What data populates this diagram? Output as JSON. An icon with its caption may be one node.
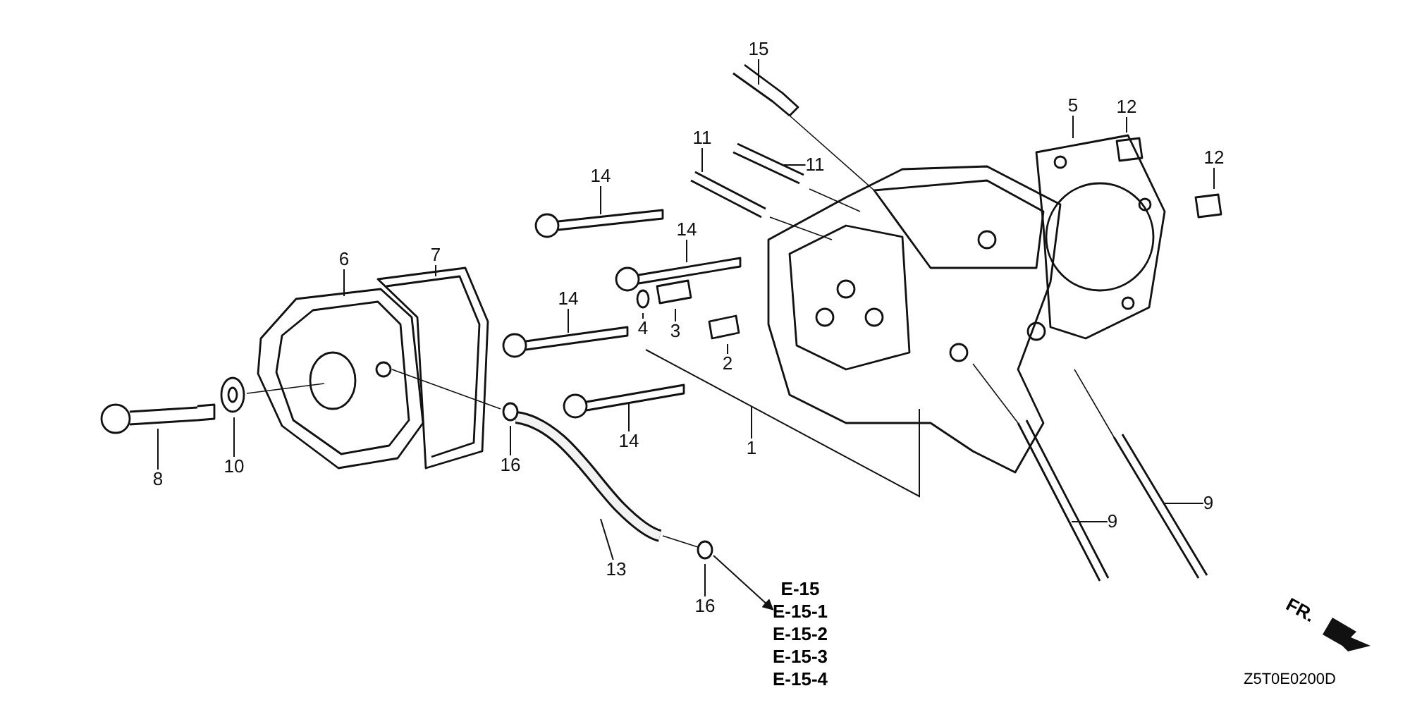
{
  "diagram": {
    "nodes": [
      {
        "text": [
          "15"
        ]
      },
      {
        "text": [
          "11"
        ]
      },
      {
        "text": [
          "11"
        ]
      },
      {
        "text": [
          "5"
        ]
      },
      {
        "text": [
          "12"
        ]
      },
      {
        "text": [
          "12"
        ]
      },
      {
        "text": [
          "14"
        ]
      },
      {
        "text": [
          "14"
        ]
      },
      {
        "text": [
          "6"
        ]
      },
      {
        "text": [
          "7"
        ]
      },
      {
        "text": [
          "14"
        ]
      },
      {
        "text": [
          "4"
        ]
      },
      {
        "text": [
          "3"
        ]
      },
      {
        "text": [
          "2"
        ]
      },
      {
        "text": [
          "1"
        ]
      },
      {
        "text": [
          "8"
        ]
      },
      {
        "text": [
          "10"
        ]
      },
      {
        "text": [
          "16"
        ]
      },
      {
        "text": [
          "14"
        ]
      },
      {
        "text": [
          "9"
        ]
      },
      {
        "text": [
          "9"
        ]
      },
      {
        "text": [
          "13"
        ]
      },
      {
        "text": [
          "16"
        ]
      },
      {
        "text": [
          "E-15",
          "E-15-1",
          "E-15-2",
          "E-15-3",
          "E-15-4"
        ]
      }
    ],
    "edges": [
      {
        "from": 0,
        "to": null,
        "arrow": "none"
      },
      {
        "from": 1,
        "to": null,
        "arrow": "none"
      },
      {
        "from": 2,
        "to": null,
        "arrow": "none"
      },
      {
        "from": 3,
        "to": null,
        "arrow": "none"
      },
      {
        "from": 4,
        "to": null,
        "arrow": "none"
      },
      {
        "from": 5,
        "to": null,
        "arrow": "none"
      },
      {
        "from": 6,
        "to": null,
        "arrow": "none"
      },
      {
        "from": 7,
        "to": null,
        "arrow": "none"
      },
      {
        "from": 8,
        "to": null,
        "arrow": "none"
      },
      {
        "from": 9,
        "to": null,
        "arrow": "none"
      },
      {
        "from": 10,
        "to": null,
        "arrow": "none"
      },
      {
        "from": 11,
        "to": null,
        "arrow": "none"
      },
      {
        "from": 12,
        "to": null,
        "arrow": "none"
      },
      {
        "from": 13,
        "to": null,
        "arrow": "none"
      },
      {
        "from": 14,
        "to": null,
        "arrow": "none"
      },
      {
        "from": 15,
        "to": null,
        "arrow": "none"
      },
      {
        "from": 16,
        "to": null,
        "arrow": "none"
      },
      {
        "from": 17,
        "to": null,
        "arrow": "none"
      },
      {
        "from": 18,
        "to": null,
        "arrow": "none"
      },
      {
        "from": 19,
        "to": null,
        "arrow": "none"
      },
      {
        "from": 20,
        "to": null,
        "arrow": "none"
      },
      {
        "from": 21,
        "to": null,
        "arrow": "none"
      },
      {
        "from": 22,
        "to": null,
        "arrow": "none"
      },
      {
        "from": null,
        "to": 23,
        "arrow": "to"
      }
    ],
    "labels": [
      "FR.",
      "Z5T0E0200D"
    ]
  }
}
